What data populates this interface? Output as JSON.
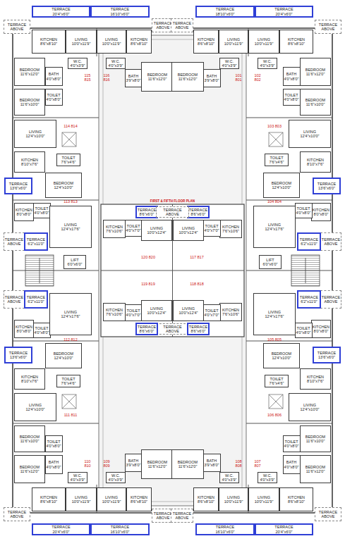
{
  "diagram": {
    "nodes": [
      {
        "text": [
          "TERRACE ABOVE"
        ]
      },
      {
        "text": [
          "TERRACE",
          "20'4\"x6'0\""
        ]
      },
      {
        "text": [
          "TERRACE",
          "16'10\"x6'0\""
        ]
      },
      {
        "text": [
          "TERRACE ABOVE"
        ]
      },
      {
        "text": [
          "KITCHEN",
          "8'6\"x8'10\""
        ]
      },
      {
        "text": [
          "LIVING",
          "10'0\"x11'9\""
        ]
      },
      {
        "text": [
          "LIVING",
          "10'0\"x11'9\""
        ]
      },
      {
        "text": [
          "KITCHEN",
          "8'6\"x8'10\""
        ]
      },
      {
        "text": [
          "BEDROOM",
          "11'6\"x12'0\""
        ]
      },
      {
        "text": [
          "BATH",
          "4'0\"x8'0\""
        ]
      },
      {
        "text": [
          "W.C.",
          "4'0\"x3'9\""
        ]
      },
      {
        "text": [
          "W.C.",
          "4'0\"x3'9\""
        ]
      },
      {
        "text": [
          "BATH",
          "3'9\"x8'0\""
        ]
      },
      {
        "text": [
          "BEDROOM",
          "11'6\"x12'0\""
        ]
      },
      {
        "text": [
          "TOILET",
          "4'0\"x8'0\""
        ]
      },
      {
        "text": [
          "BEDROOM",
          "11'6\"x10'0\""
        ]
      },
      {
        "text": [
          "LIVING",
          "12'4\"x10'0\""
        ]
      },
      {
        "text": [
          "KITCHEN",
          "8'10\"x7'6\""
        ]
      },
      {
        "text": [
          "TOILET",
          "7'6\"x4'6\""
        ]
      },
      {
        "text": [
          "TERRACE",
          "13'6\"x6'0\""
        ]
      },
      {
        "text": [
          "BEDROOM",
          "12'4\"x10'0\""
        ]
      },
      {
        "text": [
          "KITCHEN",
          "8'0\"x8'0\""
        ]
      },
      {
        "text": [
          "TOILET",
          "4'0\"x8'0\""
        ]
      },
      {
        "text": [
          "LIVING",
          "12'4\"x17'6\""
        ]
      },
      {
        "text": [
          "TERRACE ABOVE"
        ]
      },
      {
        "text": [
          "TERRACE",
          "6'2\"x11'0\""
        ]
      },
      {
        "text": [
          "TERRACE",
          "8'6\"x6'0\""
        ]
      },
      {
        "text": [
          "KITCHEN",
          "7'6\"x10'6\""
        ]
      },
      {
        "text": [
          "TOILET",
          "4'0\"x7'0\""
        ]
      },
      {
        "text": [
          "LIVING",
          "10'0\"x12'4\""
        ]
      },
      {
        "text": [
          "TERRACE ABOVE"
        ]
      },
      {
        "text": [
          "TERRACE",
          "20'4\"x6'0\""
        ]
      },
      {
        "text": [
          "TERRACE",
          "18'10\"x6'0\""
        ]
      },
      {
        "text": [
          "TERRACE ABOVE"
        ]
      },
      {
        "text": [
          "KITCHEN",
          "8'6\"x8'10\""
        ]
      },
      {
        "text": [
          "LIVING",
          "10'0\"x11'9\""
        ]
      },
      {
        "text": [
          "LIVING",
          "10'0\"x11'9\""
        ]
      },
      {
        "text": [
          "KITCHEN",
          "8'6\"x8'10\""
        ]
      },
      {
        "text": [
          "BEDROOM",
          "11'6\"x12'0\""
        ]
      },
      {
        "text": [
          "BATH",
          "4'0\"x8'0\""
        ]
      },
      {
        "text": [
          "W.C.",
          "4'0\"x3'9\""
        ]
      },
      {
        "text": [
          "W.C.",
          "4'0\"x3'9\""
        ]
      },
      {
        "text": [
          "BATH",
          "3'9\"x8'0\""
        ]
      },
      {
        "text": [
          "BEDROOM",
          "11'6\"x12'0\""
        ]
      },
      {
        "text": [
          "TOILET",
          "4'0\"x8'0\""
        ]
      },
      {
        "text": [
          "BEDROOM",
          "11'6\"x10'0\""
        ]
      },
      {
        "text": [
          "LIVING",
          "12'4\"x10'0\""
        ]
      },
      {
        "text": [
          "KITCHEN",
          "8'10\"x7'6\""
        ]
      },
      {
        "text": [
          "TOILET",
          "7'6\"x4'6\""
        ]
      },
      {
        "text": [
          "TERRACE",
          "13'6\"x6'0\""
        ]
      },
      {
        "text": [
          "BEDROOM",
          "12'4\"x10'0\""
        ]
      },
      {
        "text": [
          "KITCHEN",
          "8'0\"x8'0\""
        ]
      },
      {
        "text": [
          "TOILET",
          "4'0\"x8'0\""
        ]
      },
      {
        "text": [
          "LIVING",
          "12'4\"x17'6\""
        ]
      },
      {
        "text": [
          "TERRACE ABOVE"
        ]
      },
      {
        "text": [
          "TERRACE",
          "6'2\"x11'0\""
        ]
      },
      {
        "text": [
          "TERRACE",
          "8'6\"x6'0\""
        ]
      },
      {
        "text": [
          "KITCHEN",
          "7'6\"x10'6\""
        ]
      },
      {
        "text": [
          "TOILET",
          "4'0\"x7'0\""
        ]
      },
      {
        "text": [
          "LIVING",
          "10'0\"x12'4\""
        ]
      },
      {
        "text": [
          "TERRACE ABOVE"
        ]
      },
      {
        "text": [
          "LIFT",
          "6'0\"x6'0\""
        ]
      },
      {
        "text": [
          "LIFT",
          "6'0\"x6'0\""
        ]
      },
      {
        "text": [
          "TERRACE ABOVE"
        ]
      },
      {
        "text": [
          "TERRACE ABOVE"
        ]
      },
      {
        "text": [
          "TERRACE",
          "20'4\"x6'0\""
        ]
      },
      {
        "text": [
          "TERRACE",
          "16'10\"x6'0\""
        ]
      },
      {
        "text": [
          "TERRACE ABOVE"
        ]
      },
      {
        "text": [
          "KITCHEN",
          "8'6\"x8'10\""
        ]
      },
      {
        "text": [
          "LIVING",
          "10'0\"x11'9\""
        ]
      },
      {
        "text": [
          "LIVING",
          "10'0\"x11'9\""
        ]
      },
      {
        "text": [
          "KITCHEN",
          "8'6\"x8'10\""
        ]
      },
      {
        "text": [
          "BEDROOM",
          "11'6\"x12'0\""
        ]
      },
      {
        "text": [
          "BATH",
          "4'0\"x8'0\""
        ]
      },
      {
        "text": [
          "W.C.",
          "4'0\"x3'9\""
        ]
      },
      {
        "text": [
          "W.C.",
          "4'0\"x3'9\""
        ]
      },
      {
        "text": [
          "BATH",
          "3'9\"x8'0\""
        ]
      },
      {
        "text": [
          "BEDROOM",
          "11'6\"x12'0\""
        ]
      },
      {
        "text": [
          "TOILET",
          "4'0\"x8'0\""
        ]
      },
      {
        "text": [
          "BEDROOM",
          "11'6\"x10'0\""
        ]
      },
      {
        "text": [
          "LIVING",
          "12'4\"x10'0\""
        ]
      },
      {
        "text": [
          "KITCHEN",
          "8'10\"x7'6\""
        ]
      },
      {
        "text": [
          "TOILET",
          "7'6\"x4'6\""
        ]
      },
      {
        "text": [
          "TERRACE",
          "13'6\"x6'0\""
        ]
      },
      {
        "text": [
          "BEDROOM",
          "12'4\"x10'0\""
        ]
      },
      {
        "text": [
          "KITCHEN",
          "8'0\"x8'0\""
        ]
      },
      {
        "text": [
          "TOILET",
          "4'0\"x8'0\""
        ]
      },
      {
        "text": [
          "LIVING",
          "12'4\"x17'6\""
        ]
      },
      {
        "text": [
          "TERRACE ABOVE"
        ]
      },
      {
        "text": [
          "TERRACE",
          "6'2\"x11'0\""
        ]
      },
      {
        "text": [
          "TERRACE",
          "8'6\"x6'0\""
        ]
      },
      {
        "text": [
          "KITCHEN",
          "7'6\"x10'6\""
        ]
      },
      {
        "text": [
          "TOILET",
          "4'0\"x7'0\""
        ]
      },
      {
        "text": [
          "LIVING",
          "10'0\"x12'4\""
        ]
      },
      {
        "text": [
          "TERRACE ABOVE"
        ]
      },
      {
        "text": [
          "TERRACE",
          "20'4\"x6'0\""
        ]
      },
      {
        "text": [
          "TERRACE",
          "16'10\"x6'0\""
        ]
      },
      {
        "text": [
          "TERRACE ABOVE"
        ]
      },
      {
        "text": [
          "KITCHEN",
          "8'6\"x8'10\""
        ]
      },
      {
        "text": [
          "LIVING",
          "10'0\"x11'9\""
        ]
      },
      {
        "text": [
          "LIVING",
          "10'0\"x11'9\""
        ]
      },
      {
        "text": [
          "KITCHEN",
          "8'6\"x8'10\""
        ]
      },
      {
        "text": [
          "BEDROOM",
          "11'6\"x12'0\""
        ]
      },
      {
        "text": [
          "BATH",
          "4'0\"x8'0\""
        ]
      },
      {
        "text": [
          "W.C.",
          "4'0\"x3'9\""
        ]
      },
      {
        "text": [
          "W.C.",
          "4'0\"x3'9\""
        ]
      },
      {
        "text": [
          "BATH",
          "3'9\"x8'0\""
        ]
      },
      {
        "text": [
          "BEDROOM",
          "11'6\"x12'0\""
        ]
      },
      {
        "text": [
          "TOILET",
          "4'0\"x8'0\""
        ]
      },
      {
        "text": [
          "BEDROOM",
          "11'6\"x10'0\""
        ]
      },
      {
        "text": [
          "LIVING",
          "12'4\"x10'0\""
        ]
      },
      {
        "text": [
          "KITCHEN",
          "8'10\"x7'6\""
        ]
      },
      {
        "text": [
          "TOILET",
          "7'6\"x4'6\""
        ]
      },
      {
        "text": [
          "TERRACE",
          "13'6\"x6'0\""
        ]
      },
      {
        "text": [
          "BEDROOM",
          "12'4\"x10'0\""
        ]
      },
      {
        "text": [
          "KITCHEN",
          "8'0\"x8'0\""
        ]
      },
      {
        "text": [
          "TOILET",
          "4'0\"x8'0\""
        ]
      },
      {
        "text": [
          "LIVING",
          "12'4\"x17'6\""
        ]
      },
      {
        "text": [
          "TERRACE ABOVE"
        ]
      },
      {
        "text": [
          "TERRACE",
          "6'2\"x11'0\""
        ]
      },
      {
        "text": [
          "TERRACE",
          "8'6\"x6'0\""
        ]
      },
      {
        "text": [
          "KITCHEN",
          "7'6\"x10'6\""
        ]
      },
      {
        "text": [
          "TOILET",
          "4'0\"x7'0\""
        ]
      },
      {
        "text": [
          "LIVING",
          "10'0\"x12'4\""
        ]
      }
    ],
    "labels": [
      "115 815",
      "116 816",
      "114 814",
      "113 813",
      "120 820",
      "FIRST & FIFTH FLOOR PLAN",
      "102 802",
      "101 801",
      "103 803",
      "104 804",
      "117 817",
      "110 810",
      "109 809",
      "111 811",
      "112 812",
      "119 819",
      "107 807",
      "108 808",
      "106 806",
      "105 805",
      "118 818"
    ]
  }
}
